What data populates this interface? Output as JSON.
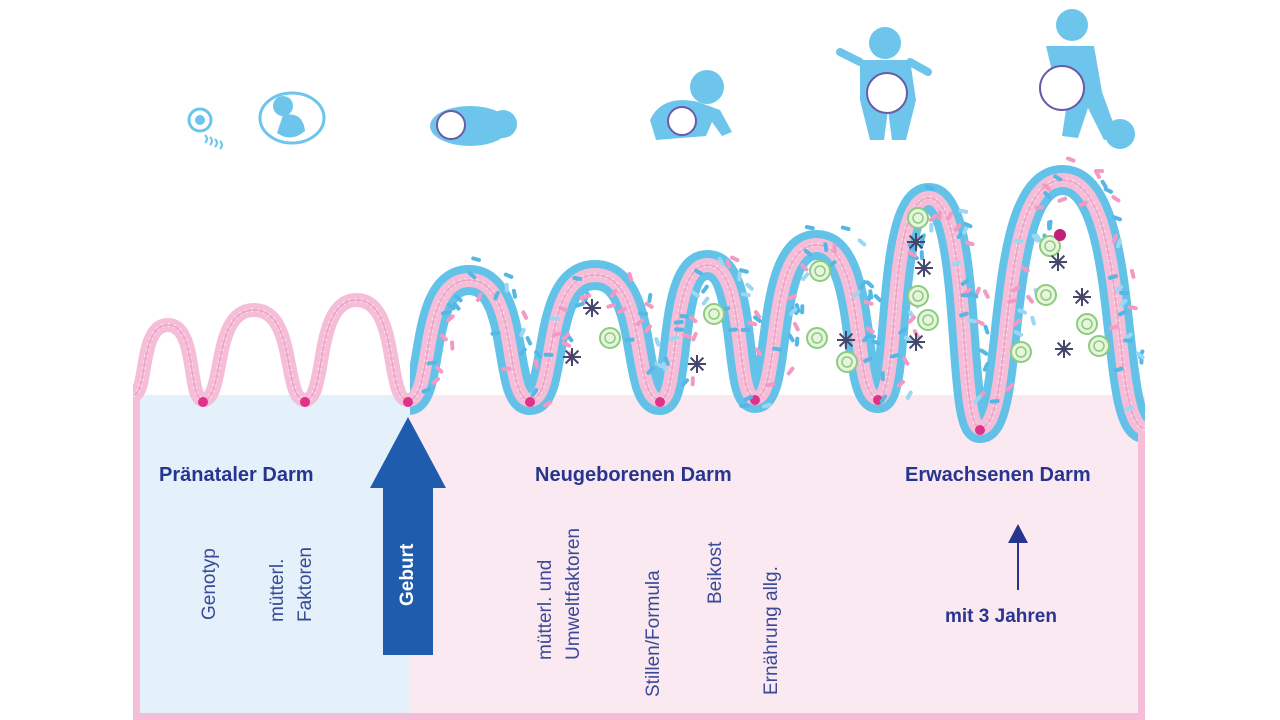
{
  "colors": {
    "prenatal_bg": "#e4f1fa",
    "postnatal_bg": "#fbe9f1",
    "figure_blue": "#6ec5ec",
    "heading_blue": "#27358f",
    "arrow_blue": "#1f5cad",
    "epithelium_pink": "#f5bdd8",
    "mucus_blue": "#5bbfe6",
    "crypt_magenta": "#e0328a"
  },
  "stages": [
    {
      "name": "zygote-icon"
    },
    {
      "name": "fetus-icon"
    },
    {
      "name": "newborn-icon"
    },
    {
      "name": "crawling-baby-icon"
    },
    {
      "name": "standing-toddler-icon"
    },
    {
      "name": "walking-child-ball-icon"
    }
  ],
  "headings": {
    "prenatal": "Pränataler Darm",
    "newborn": "Neugeborenen Darm",
    "adult": "Erwachsenen Darm"
  },
  "birth_label": "Geburt",
  "age_label": "mit 3 Jahren",
  "factors": {
    "prenatal": [
      {
        "lines": [
          "Genotyp"
        ]
      },
      {
        "lines": [
          "mütterl.",
          "Faktoren"
        ]
      }
    ],
    "postnatal": [
      {
        "lines": [
          "mütterl. und",
          "Umweltfaktoren"
        ]
      },
      {
        "lines": [
          "Stillen/Formula"
        ]
      },
      {
        "lines": [
          "Beikost"
        ]
      },
      {
        "lines": [
          "Ernährung allg."
        ]
      }
    ]
  }
}
